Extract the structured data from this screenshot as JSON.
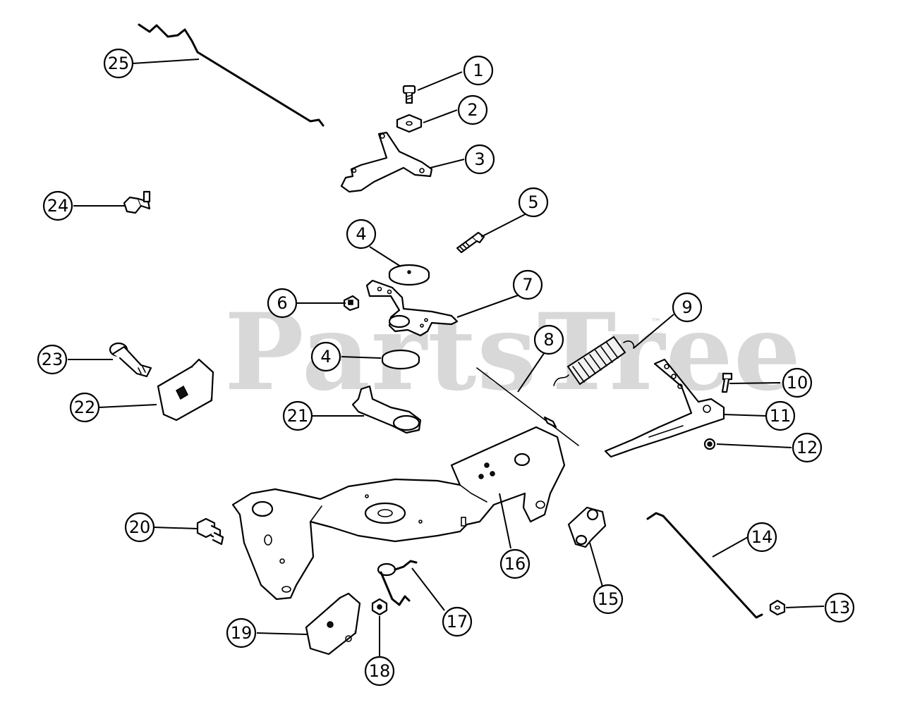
{
  "watermark": {
    "text": "PartsTree",
    "trademark": "™"
  },
  "callouts": [
    {
      "id": "c1",
      "label": "1"
    },
    {
      "id": "c2",
      "label": "2"
    },
    {
      "id": "c3",
      "label": "3"
    },
    {
      "id": "c4a",
      "label": "4"
    },
    {
      "id": "c4b",
      "label": "4"
    },
    {
      "id": "c5",
      "label": "5"
    },
    {
      "id": "c6",
      "label": "6"
    },
    {
      "id": "c7",
      "label": "7"
    },
    {
      "id": "c8",
      "label": "8"
    },
    {
      "id": "c9",
      "label": "9"
    },
    {
      "id": "c10",
      "label": "10"
    },
    {
      "id": "c11",
      "label": "11"
    },
    {
      "id": "c12",
      "label": "12"
    },
    {
      "id": "c13",
      "label": "13"
    },
    {
      "id": "c14",
      "label": "14"
    },
    {
      "id": "c15",
      "label": "15"
    },
    {
      "id": "c16",
      "label": "16"
    },
    {
      "id": "c17",
      "label": "17"
    },
    {
      "id": "c18",
      "label": "18"
    },
    {
      "id": "c19",
      "label": "19"
    },
    {
      "id": "c20",
      "label": "20"
    },
    {
      "id": "c21",
      "label": "21"
    },
    {
      "id": "c22",
      "label": "22"
    },
    {
      "id": "c23",
      "label": "23"
    },
    {
      "id": "c24",
      "label": "24"
    },
    {
      "id": "c25",
      "label": "25"
    }
  ]
}
